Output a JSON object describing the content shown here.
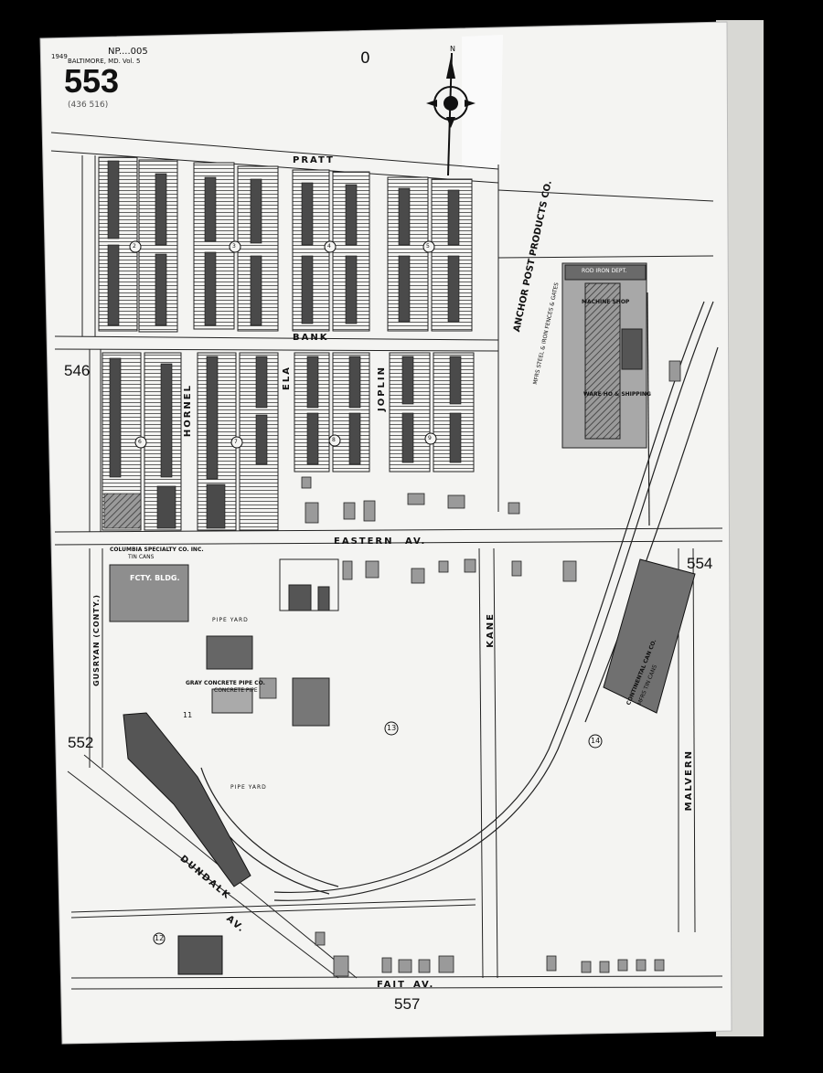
{
  "sheet": {
    "number": "553",
    "sub_number": "(436  516)",
    "header_left": "1949",
    "header_city": "BALTIMORE, MD. Vol. 5",
    "header_code": "NP....005",
    "top_mark": "0",
    "north_label": "N"
  },
  "streets": {
    "pratt": "PRATT",
    "bank": "BANK",
    "eastern": "EASTERN",
    "eastern_av": "AV.",
    "hornel": "HORNEL",
    "ela": "ELA",
    "joplin": "JOPLIN",
    "kane": "KANE",
    "gusryan": "GUSRYAN (CONTY.)",
    "dundalk": "DUNDALK",
    "dundalk_av": "AV.",
    "fait": "FAIT",
    "fait_av": "AV.",
    "malvern": "MALVERN"
  },
  "adjoining_sheets": {
    "west_upper": "546",
    "west_lower": "552",
    "east": "554",
    "south": "557"
  },
  "block_numbers": [
    "2",
    "3",
    "4",
    "5",
    "6",
    "7",
    "8",
    "9",
    "11",
    "12",
    "13",
    "14"
  ],
  "businesses": {
    "anchor_line1": "ANCHOR POST PRODUCTS CO.",
    "anchor_line2": "MFRS STEEL & IRON FENCES & GATES",
    "rod_iron": "ROD IRON DEPT.",
    "machine_shop": "MACHINE SHOP",
    "warehouse": "WARE HO & SHIPPING",
    "columbia_line1": "COLUMBIA SPECIALTY CO. INC.",
    "columbia_line2": "TIN CANS",
    "fcty_bldg": "FCTY. BLDG.",
    "gray_line1": "GRAY CONCRETE PIPE CO.",
    "gray_line2": "CONCRETE PIPE",
    "pipe_yard_1": "PIPE YARD",
    "pipe_yard_2": "PIPE YARD",
    "continental_line1": "CONTINENTAL CAN CO.",
    "continental_line2": "MFRS TIN CANS"
  },
  "colors": {
    "paper": "#f4f4f2",
    "ink": "#141414",
    "dark_fill": "#444444",
    "background": "#000000",
    "mount_strip": "#d8d8d4"
  },
  "icons": [
    "compass-rose-icon"
  ]
}
